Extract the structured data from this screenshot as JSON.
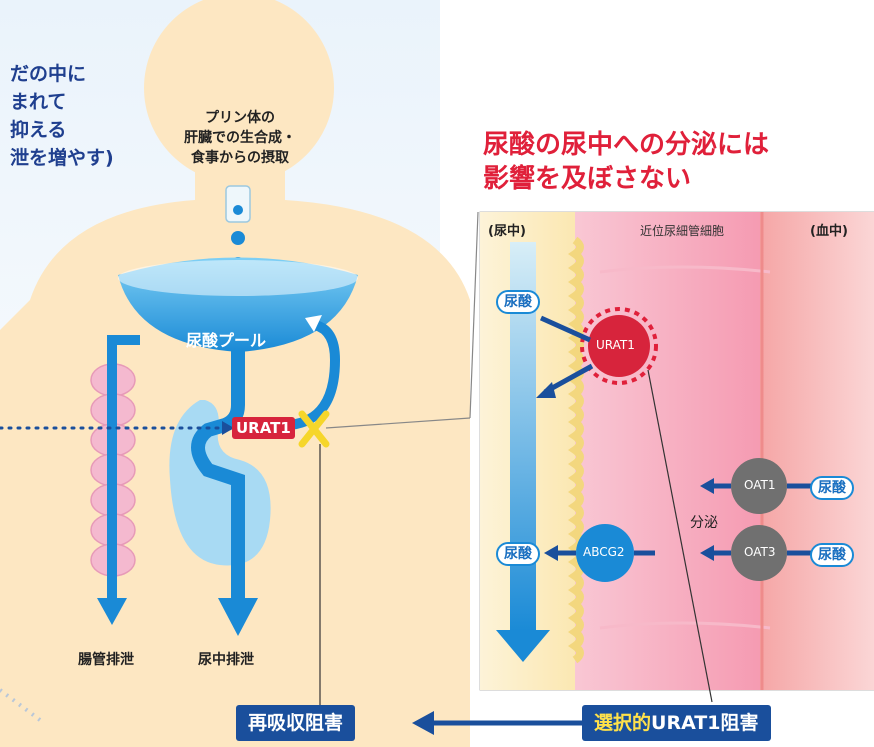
{
  "left_text": {
    "lines": [
      "だの中に",
      "まれて",
      "抑える",
      "泄を増やす)"
    ]
  },
  "head_text": {
    "lines": [
      "プリン体の",
      "肝臓での生合成・",
      "食事からの摂取"
    ]
  },
  "pool_label": "尿酸プール",
  "urat1_tag": "URAT1",
  "excretion": {
    "intestinal": "腸管排泄",
    "urinary": "尿中排泄"
  },
  "right_title": {
    "lines": [
      "尿酸の尿中への分泌には",
      "影響を及ぼさない"
    ]
  },
  "panel": {
    "col_urine": "(尿中)",
    "col_cell": "近位尿細管細胞",
    "col_blood": "(血中)",
    "uric_acid": "尿酸",
    "urat1": "URAT1",
    "abcg2": "ABCG2",
    "oat1": "OAT1",
    "oat3": "OAT3",
    "secretion": "分泌"
  },
  "bottom": {
    "left_box": "再吸収阻害",
    "right_highlight": "選択的",
    "right_rest": "URAT1阻害"
  },
  "colors": {
    "body_fill": "#fde7c2",
    "accent_blue": "#1a8ad6",
    "navy": "#1a4f9c",
    "red": "#e0203a",
    "highlight_yellow": "#ffe14a"
  }
}
